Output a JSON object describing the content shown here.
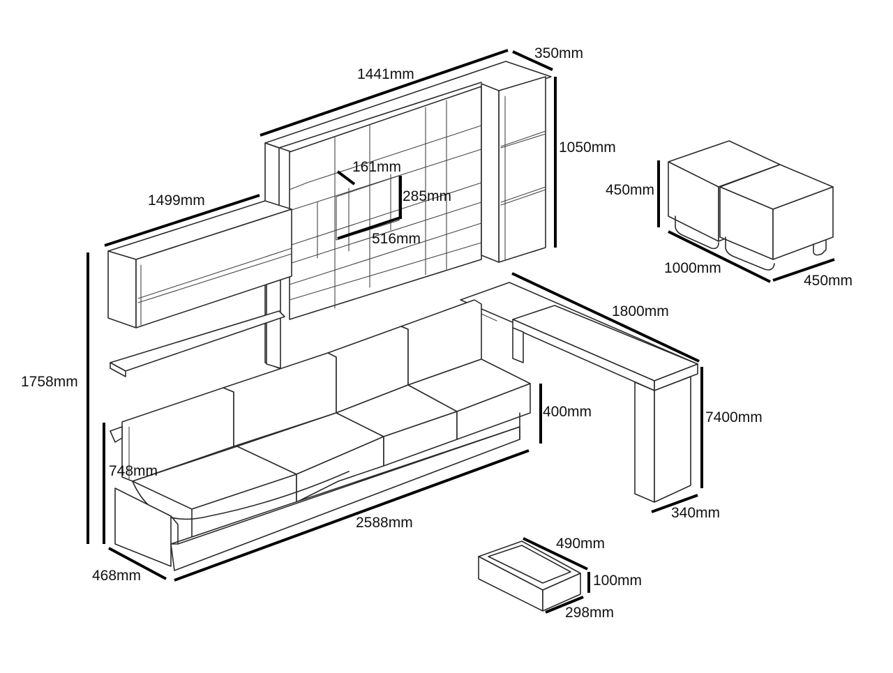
{
  "colors": {
    "outline": "#2a2a2a",
    "dimension": "#000000",
    "background": "#ffffff"
  },
  "dimensions": {
    "shelf_width": "1441mm",
    "shelf_depth": "350mm",
    "shelf_height": "1050mm",
    "niche_depth": "161mm",
    "niche_height": "285mm",
    "niche_width": "516mm",
    "wall_shelf_width": "1499mm",
    "total_height": "1758mm",
    "ottoman_height": "450mm",
    "ottoman_length": "1000mm",
    "ottoman_width": "450mm",
    "desk_length": "1800mm",
    "desk_height": "7400mm",
    "desk_depth": "340mm",
    "sofa_seat_height": "400mm",
    "sofa_back_height": "748mm",
    "sofa_length": "2588mm",
    "sofa_depth": "468mm",
    "drawer_length": "490mm",
    "drawer_height": "100mm",
    "drawer_width": "298mm"
  }
}
